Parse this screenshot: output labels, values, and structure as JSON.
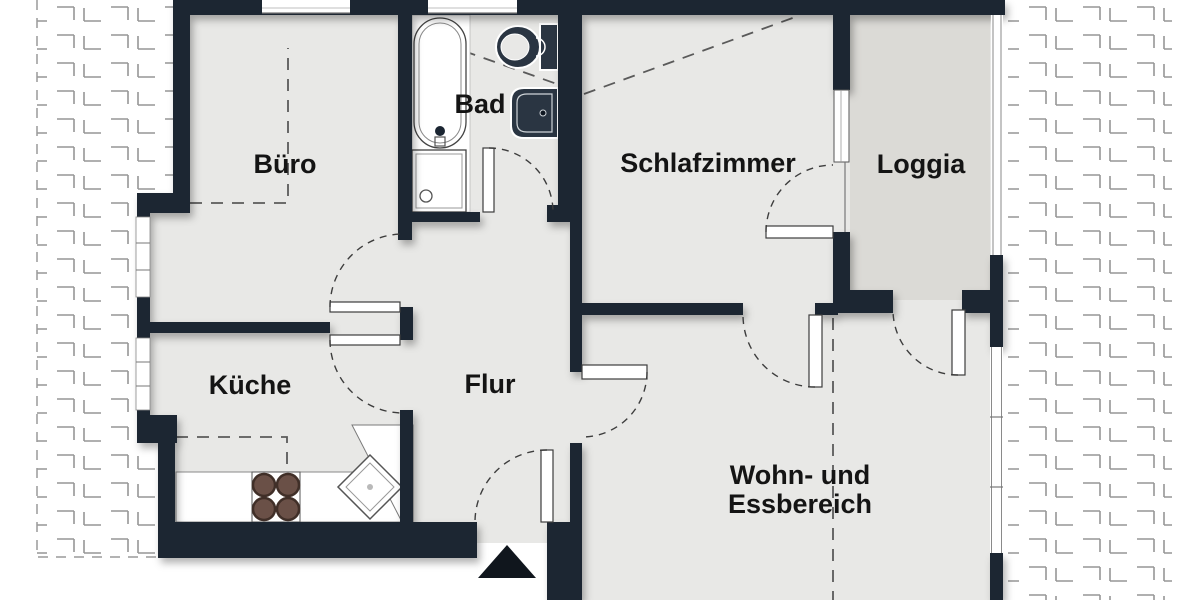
{
  "floor_plan": {
    "type": "apartment-attic-floorplan",
    "rooms": {
      "buero": "Büro",
      "bad": "Bad",
      "schlafzimmer": "Schlafzimmer",
      "loggia": "Loggia",
      "kueche": "Küche",
      "flur": "Flur",
      "wohnbereich_line1": "Wohn- und",
      "wohnbereich_line2": "Essbereich"
    },
    "colors": {
      "wall": "#1b2531",
      "floor": "#e8e8e6",
      "loggia_floor": "#dbdad6",
      "outside": "#ffffff",
      "roof_hatch": "#969696",
      "label": "#141414",
      "stove_burner": "#6a5047",
      "entrance_marker": "#10161d"
    },
    "icons": [
      "bathtub-icon",
      "shower-icon",
      "toilet-icon",
      "washbasin-icon",
      "stove-icon",
      "corner-sink-icon",
      "entrance-triangle-icon"
    ]
  }
}
